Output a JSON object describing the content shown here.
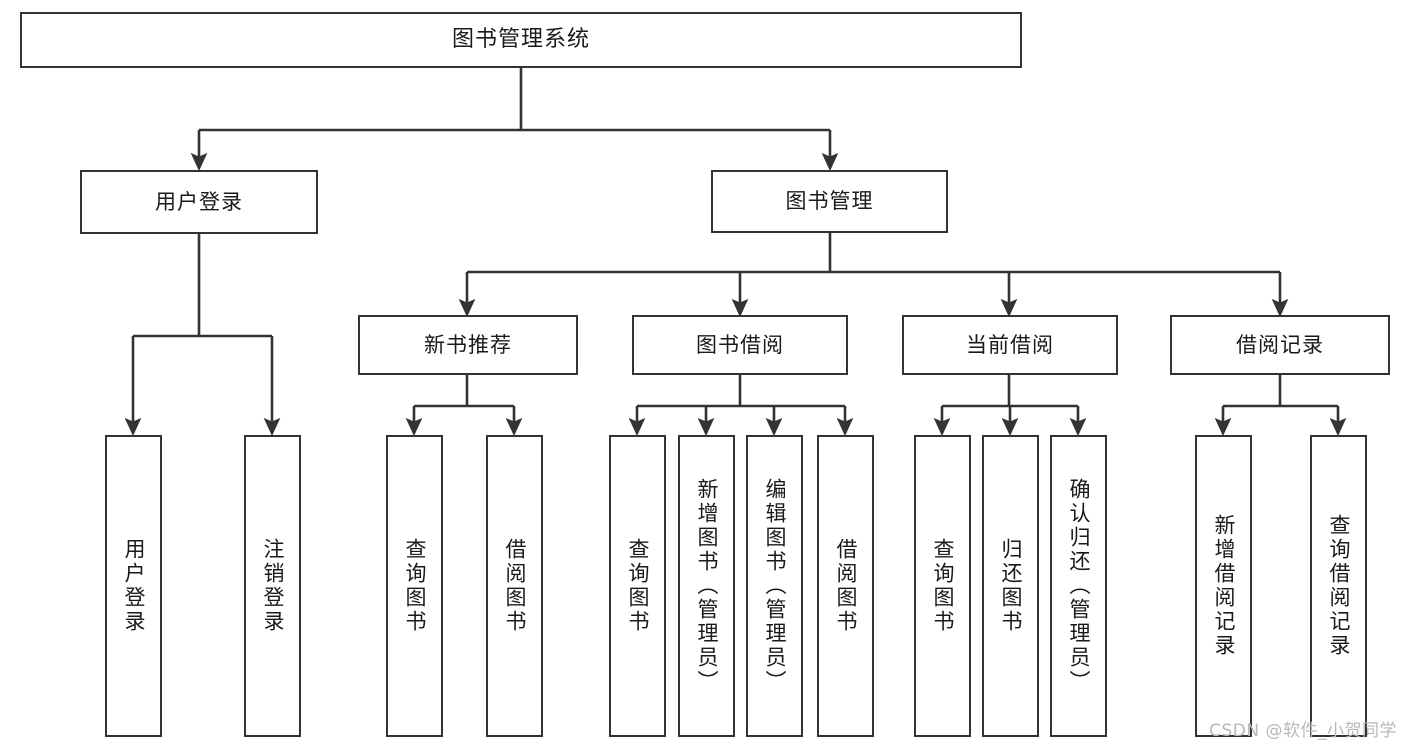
{
  "diagram": {
    "type": "tree-hierarchy",
    "title": "图书管理系统",
    "watermark": "CSDN @软件_小贺同学",
    "colors": {
      "stroke": "#333333",
      "fill": "#ffffff",
      "text": "#1a1a1a",
      "watermark": "#b8b8b8"
    },
    "nodes": {
      "root": {
        "label": "图书管理系统",
        "level": 0,
        "orientation": "horizontal"
      },
      "l1": [
        {
          "id": "user-login",
          "label": "用户登录",
          "level": 1,
          "orientation": "horizontal"
        },
        {
          "id": "book-manage",
          "label": "图书管理",
          "level": 1,
          "orientation": "horizontal"
        }
      ],
      "l2": [
        {
          "id": "new-book-recommend",
          "label": "新书推荐",
          "level": 2,
          "orientation": "horizontal"
        },
        {
          "id": "book-borrow",
          "label": "图书借阅",
          "level": 2,
          "orientation": "horizontal"
        },
        {
          "id": "current-borrow",
          "label": "当前借阅",
          "level": 2,
          "orientation": "horizontal"
        },
        {
          "id": "borrow-record",
          "label": "借阅记录",
          "level": 2,
          "orientation": "horizontal"
        }
      ],
      "leaves": [
        {
          "id": "leaf-user-login",
          "label": "用户登录",
          "parent": "user-login",
          "orientation": "vertical"
        },
        {
          "id": "leaf-user-logout",
          "label": "注销登录",
          "parent": "user-login",
          "orientation": "vertical"
        },
        {
          "id": "leaf-query-book-1",
          "label": "查询图书",
          "parent": "new-book-recommend",
          "orientation": "vertical"
        },
        {
          "id": "leaf-borrow-book-1",
          "label": "借阅图书",
          "parent": "new-book-recommend",
          "orientation": "vertical"
        },
        {
          "id": "leaf-query-book-2",
          "label": "查询图书",
          "parent": "book-borrow",
          "orientation": "vertical"
        },
        {
          "id": "leaf-add-book",
          "label": "新增图书（管理员）",
          "parent": "book-borrow",
          "orientation": "vertical"
        },
        {
          "id": "leaf-edit-book",
          "label": "编辑图书（管理员）",
          "parent": "book-borrow",
          "orientation": "vertical"
        },
        {
          "id": "leaf-borrow-book-2",
          "label": "借阅图书",
          "parent": "book-borrow",
          "orientation": "vertical"
        },
        {
          "id": "leaf-query-book-3",
          "label": "查询图书",
          "parent": "current-borrow",
          "orientation": "vertical"
        },
        {
          "id": "leaf-return-book",
          "label": "归还图书",
          "parent": "current-borrow",
          "orientation": "vertical"
        },
        {
          "id": "leaf-confirm-return",
          "label": "确认归还（管理员）",
          "parent": "current-borrow",
          "orientation": "vertical"
        },
        {
          "id": "leaf-add-record",
          "label": "新增借阅记录",
          "parent": "borrow-record",
          "orientation": "vertical"
        },
        {
          "id": "leaf-query-record",
          "label": "查询借阅记录",
          "parent": "borrow-record",
          "orientation": "vertical"
        }
      ]
    }
  }
}
